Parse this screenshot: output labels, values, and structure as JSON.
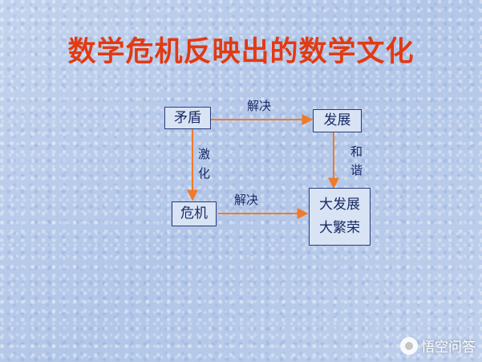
{
  "title": "数学危机反映出的数学文化",
  "nodes": {
    "contradiction": "矛盾",
    "development": "发展",
    "crisis": "危机",
    "big_development": "大发展",
    "big_prosperity": "大繁荣"
  },
  "edges": {
    "top_label": "解决",
    "bottom_label": "解决",
    "left_label": [
      "激",
      "化"
    ],
    "right_label": [
      "和",
      "谐"
    ]
  },
  "colors": {
    "title": "#e23a12",
    "arrow": "#f07a2a",
    "box_border": "#2a3a80",
    "text": "#1a2a66"
  },
  "watermark": {
    "icon": "toutiao-wenda-logo-icon",
    "text": "悟空问答"
  }
}
